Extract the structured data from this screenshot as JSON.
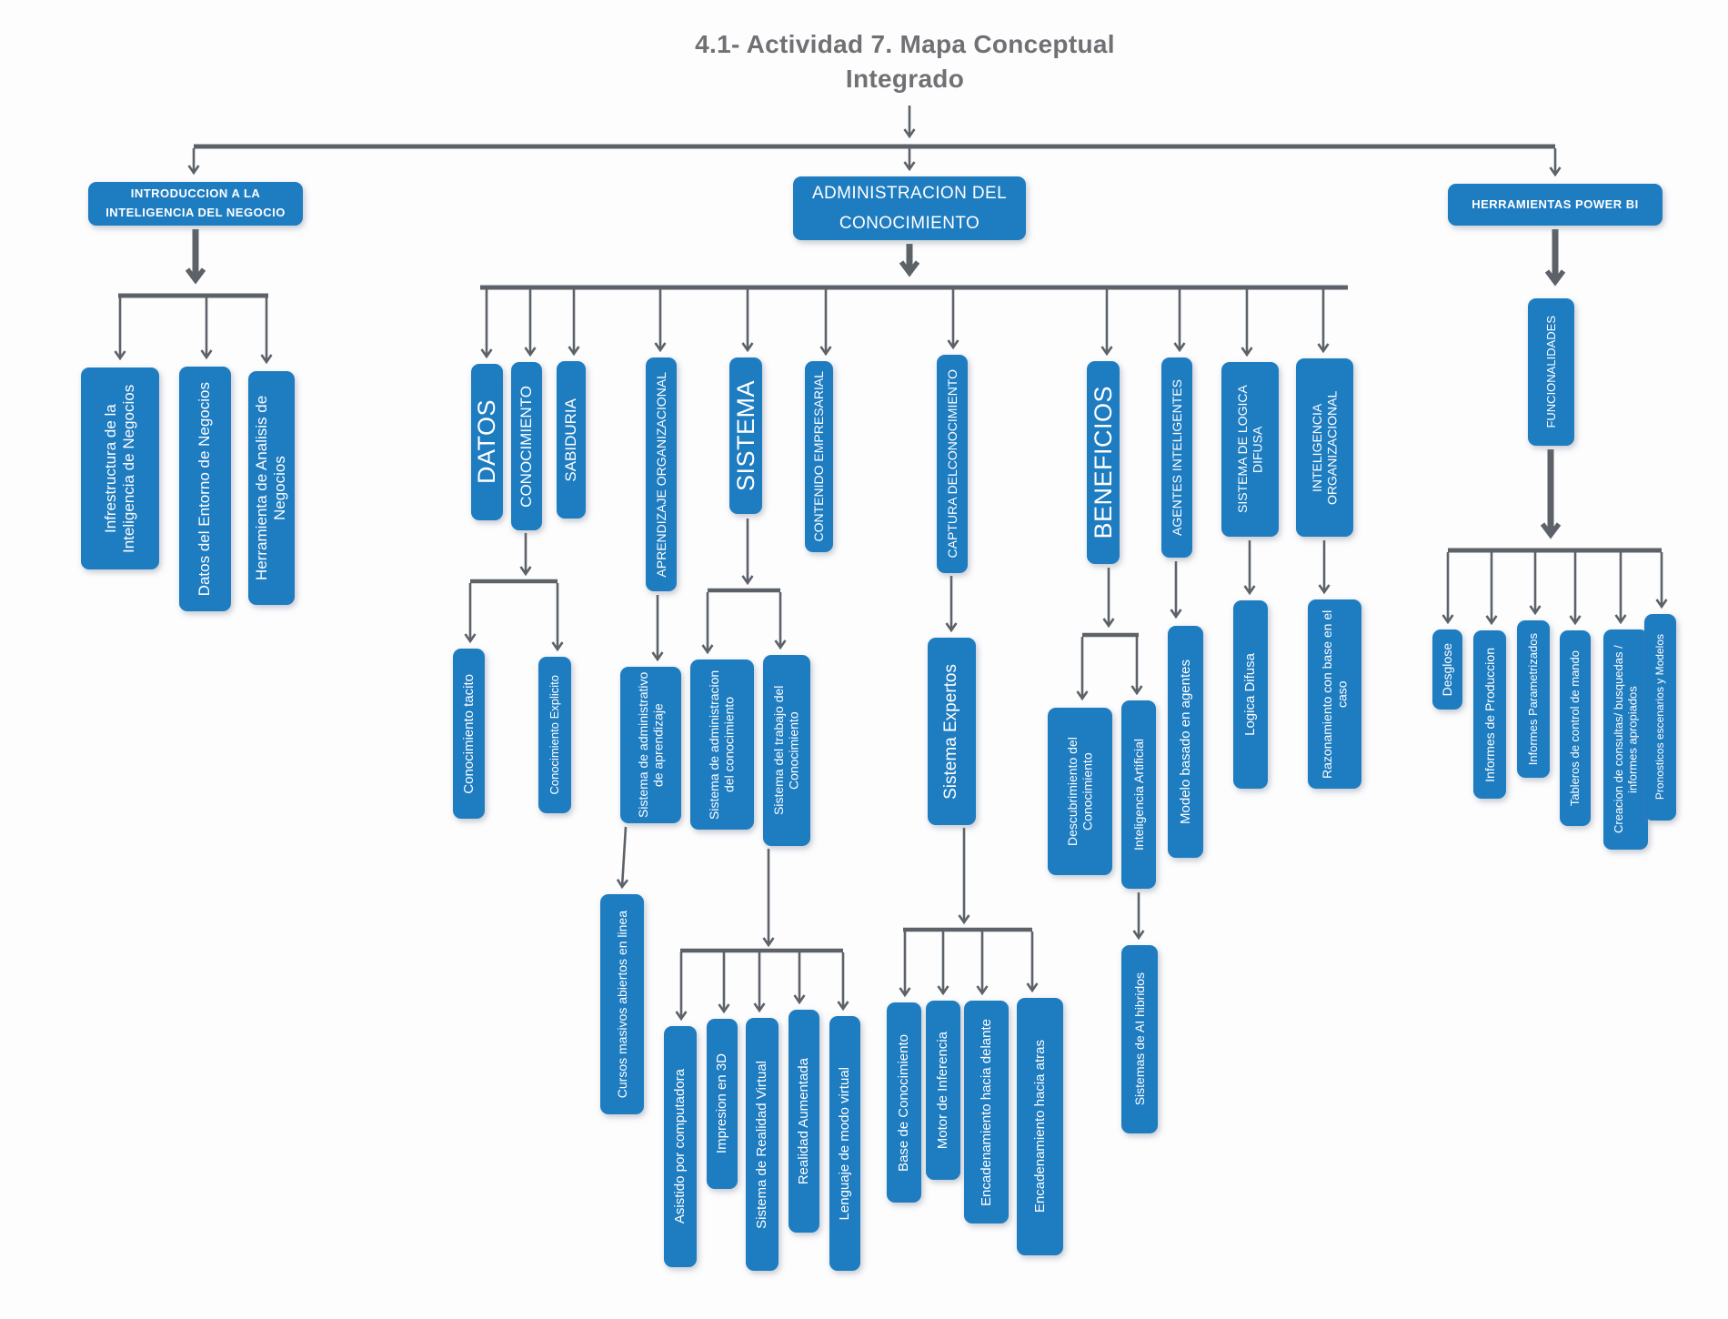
{
  "title": {
    "line1": "4.1- Actividad 7. Mapa Conceptual",
    "line2": "Integrado"
  },
  "colors": {
    "node_fill": "#1e7cc1",
    "node_text": "#ffffff",
    "connector": "#5d6269",
    "title_text": "#707174"
  },
  "nodes": {
    "intro": "INTRODUCCION A LA INTELIGENCIA DEL NEGOCIO",
    "admin": "ADMINISTRACION DEL CONOCIMIENTO",
    "herr": "HERRAMIENTAS POWER BI",
    "infrestructura": "Infrestructura de la Inteligencia de Negocios",
    "datos_entorno": "Datos del Entorno de Negocios",
    "herramienta_analisis": "Herramienta de Analisis de Negocios",
    "datos": "DATOS",
    "conocimiento": "CONOCIMIENTO",
    "sabiduria": "SABIDURIA",
    "aprendizaje": "APRENDIZAJE ORGANIZACIONAL",
    "sistema": "SISTEMA",
    "contenido": "CONTENIDO EMPRESARIAL",
    "captura": "CAPTURA DELCONOCIMIENTO",
    "beneficios": "BENEFICIOS",
    "agentes": "AGENTES INTELIGENTES",
    "logica_sistema": "SISTEMA DE LOGICA DIFUSA",
    "intel_org": "INTELIGENCIA ORGANIZACIONAL",
    "tacito": "Conocimiento tacito",
    "explicito": "Conocimiento Explicito",
    "sist_adm_aprendizaje": "Sistema de administrativo de aprendizaje",
    "cursos": "Cursos masivos abiertos en linea",
    "sist_adm_conocimiento": "Sistema de administracion del conocimiento",
    "sist_trabajo": "Sistema del trabajo del Conocimiento",
    "asistido": "Asistido por computadora",
    "impresion": "Impresion en 3D",
    "realidad_virtual": "Sistema de Realidad Virtual",
    "realidad_aumentada": "Realidad Aumentada",
    "lenguaje": "Lenguaje de modo virtual",
    "expertos": "Sistema Expertos",
    "base_conocimiento": "Base de Conocimiento",
    "motor": "Motor de Inferencia",
    "encadenamiento_delante": "Encadenamiento hacia delante",
    "encadenamiento_atras": "Encadenamiento hacia atras",
    "descubrimiento": "Descubrimiento del Conocimiento",
    "inteligencia_artificial": "Inteligencia Artificial",
    "ai_hibridos": "Sistemas de AI hibridos",
    "modelo_agentes": "Modelo basado en agentes",
    "logica_difusa": "Logica Difusa",
    "razonamiento": "Razonamiento con base en el caso",
    "funcionalidades": "FUNCIONALIDADES",
    "desglose": "Desglose",
    "informes_produccion": "Informes de Produccion",
    "informes_param": "Informes Parametrizados",
    "tableros": "Tableros de control de mando",
    "creacion": "Creacion de consultas/ busquedas / informes apropiados",
    "pronosticos": "Pronosticos escenarios y Modelos"
  },
  "edges": [
    [
      "title",
      "intro"
    ],
    [
      "title",
      "admin"
    ],
    [
      "title",
      "herr"
    ],
    [
      "intro",
      "infrestructura"
    ],
    [
      "intro",
      "datos_entorno"
    ],
    [
      "intro",
      "herramienta_analisis"
    ],
    [
      "admin",
      "datos"
    ],
    [
      "admin",
      "conocimiento"
    ],
    [
      "admin",
      "sabiduria"
    ],
    [
      "admin",
      "aprendizaje"
    ],
    [
      "admin",
      "sistema"
    ],
    [
      "admin",
      "contenido"
    ],
    [
      "admin",
      "captura"
    ],
    [
      "admin",
      "beneficios"
    ],
    [
      "admin",
      "agentes"
    ],
    [
      "admin",
      "logica_sistema"
    ],
    [
      "admin",
      "intel_org"
    ],
    [
      "conocimiento",
      "tacito"
    ],
    [
      "conocimiento",
      "explicito"
    ],
    [
      "aprendizaje",
      "sist_adm_aprendizaje"
    ],
    [
      "sist_adm_aprendizaje",
      "cursos"
    ],
    [
      "sistema",
      "sist_adm_conocimiento"
    ],
    [
      "sistema",
      "sist_trabajo"
    ],
    [
      "sist_trabajo",
      "asistido"
    ],
    [
      "sist_trabajo",
      "impresion"
    ],
    [
      "sist_trabajo",
      "realidad_virtual"
    ],
    [
      "sist_trabajo",
      "realidad_aumentada"
    ],
    [
      "sist_trabajo",
      "lenguaje"
    ],
    [
      "captura",
      "expertos"
    ],
    [
      "expertos",
      "base_conocimiento"
    ],
    [
      "expertos",
      "motor"
    ],
    [
      "expertos",
      "encadenamiento_delante"
    ],
    [
      "expertos",
      "encadenamiento_atras"
    ],
    [
      "beneficios",
      "descubrimiento"
    ],
    [
      "beneficios",
      "inteligencia_artificial"
    ],
    [
      "inteligencia_artificial",
      "ai_hibridos"
    ],
    [
      "agentes",
      "modelo_agentes"
    ],
    [
      "logica_sistema",
      "logica_difusa"
    ],
    [
      "intel_org",
      "razonamiento"
    ],
    [
      "herr",
      "funcionalidades"
    ],
    [
      "funcionalidades",
      "desglose"
    ],
    [
      "funcionalidades",
      "informes_produccion"
    ],
    [
      "funcionalidades",
      "informes_param"
    ],
    [
      "funcionalidades",
      "tableros"
    ],
    [
      "funcionalidades",
      "creacion"
    ],
    [
      "funcionalidades",
      "pronosticos"
    ]
  ]
}
